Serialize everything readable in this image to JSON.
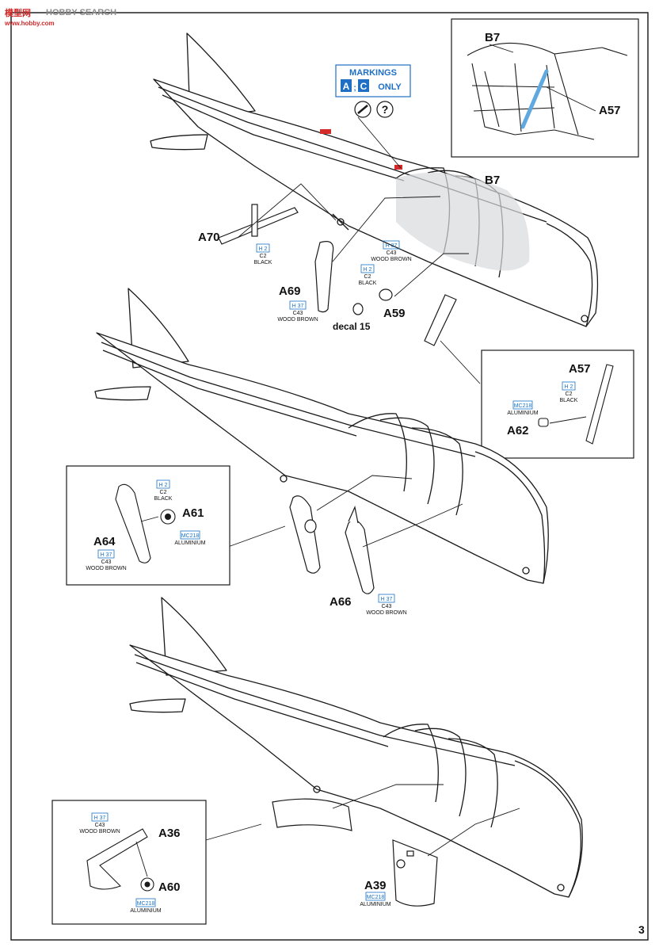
{
  "watermark": {
    "site_cn": "模型网",
    "site_en": "HOBBY SEARCH",
    "url": "www.hobby.com"
  },
  "page_number": "3",
  "markings_badge": {
    "title": "MARKINGS",
    "letter_a": "A",
    "separator": ";",
    "letter_c": "C",
    "only": "ONLY"
  },
  "icons": {
    "cement": "glue-icon",
    "option": "question-icon"
  },
  "step1": {
    "inset_parts": {
      "b7": "B7",
      "a57": "A57"
    },
    "parts": {
      "b7": "B7",
      "a70": "A70",
      "a69": "A69",
      "a59": "A59",
      "decal": "decal 15"
    },
    "paint_a70": {
      "h": "H 2",
      "c": "C2",
      "name": "BLACK"
    },
    "paint_b7": {
      "h": "H 37",
      "c": "C43",
      "name": "WOOD BROWN"
    },
    "paint_a59": {
      "h": "H 2",
      "c": "C2",
      "name": "BLACK"
    },
    "paint_a69": {
      "h": "H 37",
      "c": "C43",
      "name": "WOOD BROWN"
    }
  },
  "inset_a57": {
    "parts": {
      "a57": "A57",
      "a62": "A62"
    },
    "paint_a57": {
      "h": "H 2",
      "c": "C2",
      "name": "BLACK"
    },
    "paint_a62": {
      "mc": "MC218",
      "name": "ALUMINIUM"
    }
  },
  "step2": {
    "parts": {
      "a61": "A61",
      "a64": "A64",
      "a66": "A66"
    },
    "paint_a61": {
      "h": "H 2",
      "c": "C2",
      "name": "BLACK"
    },
    "paint_a61_al": {
      "mc": "MC218",
      "name": "ALUMINIUM"
    },
    "paint_a64": {
      "h": "H 37",
      "c": "C43",
      "name": "WOOD BROWN"
    },
    "paint_a66": {
      "h": "H 37",
      "c": "C43",
      "name": "WOOD BROWN"
    }
  },
  "step3": {
    "parts": {
      "a36": "A36",
      "a60": "A60",
      "a39": "A39"
    },
    "paint_a36": {
      "h": "H 37",
      "c": "C43",
      "name": "WOOD BROWN"
    },
    "paint_a60": {
      "mc": "MC218",
      "name": "ALUMINIUM"
    },
    "paint_a39": {
      "mc": "MC218",
      "name": "ALUMINIUM"
    }
  },
  "colors": {
    "badge_blue": "#1f6fc4",
    "code_blue": "#1a73c9",
    "highlight_red": "#d42a2a",
    "line": "#1a1a1a"
  }
}
